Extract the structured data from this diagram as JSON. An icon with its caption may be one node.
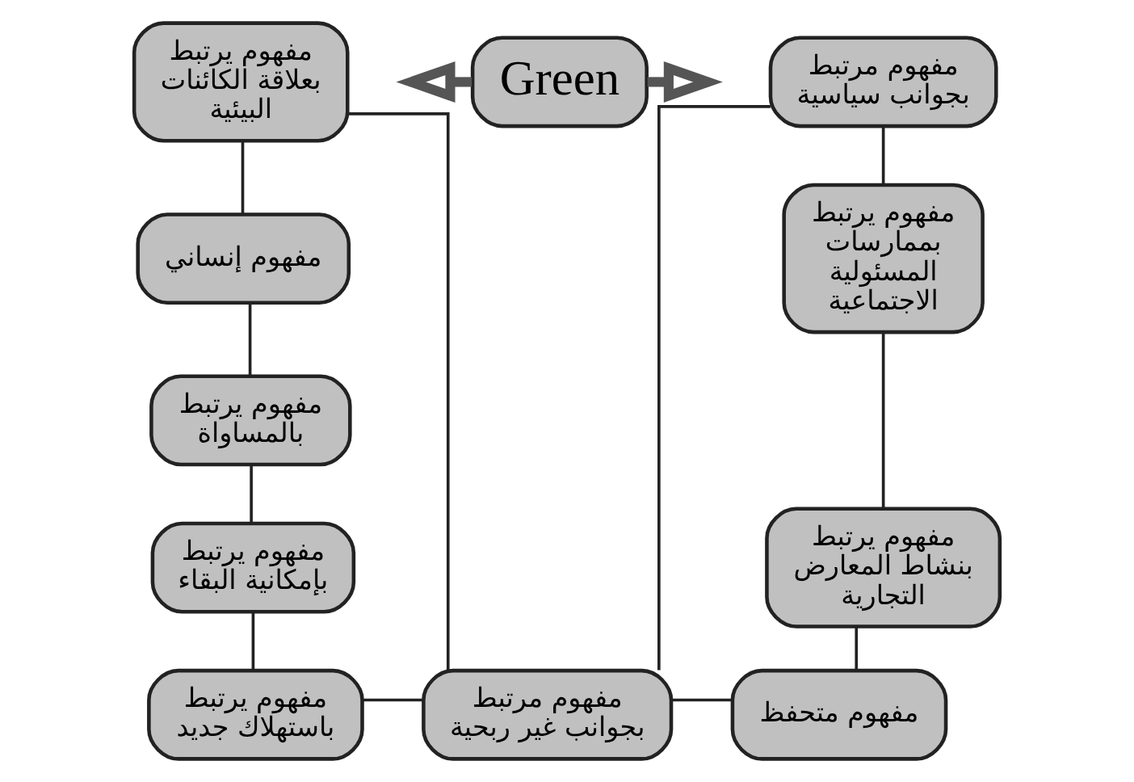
{
  "diagram": {
    "nodes": [
      {
        "text": [
          "Green"
        ]
      },
      {
        "text": [
          "مفهوم يرتبط بعلاقة الكائنات البيئية"
        ]
      },
      {
        "text": [
          "مفهوم إنساني"
        ]
      },
      {
        "text": [
          "مفهوم يرتبط بالمساواة"
        ]
      },
      {
        "text": [
          "مفهوم يرتبط بإمكانية البقاء"
        ]
      },
      {
        "text": [
          "مفهوم يرتبط باستهلاك جديد"
        ]
      },
      {
        "text": [
          "مفهوم مرتبط بجوانب سياسية"
        ]
      },
      {
        "text": [
          "مفهوم يرتبط بممارسات المسئولية الاجتماعية"
        ]
      },
      {
        "text": [
          "مفهوم يرتبط بنشاط المعارض التجارية"
        ]
      },
      {
        "text": [
          "مفهوم متحفظ"
        ]
      },
      {
        "text": [
          "مفهوم مرتبط بجوانب غير ربحية"
        ]
      }
    ],
    "edges": [
      {
        "from": 0,
        "to": null,
        "arrow": "to",
        "style": "thick"
      },
      {
        "from": 0,
        "to": null,
        "arrow": "to",
        "style": "thick"
      },
      {
        "from": 1,
        "to": 2,
        "arrow": "none"
      },
      {
        "from": 2,
        "to": 3,
        "arrow": "none"
      },
      {
        "from": 3,
        "to": 4,
        "arrow": "none"
      },
      {
        "from": 4,
        "to": 5,
        "arrow": "none"
      },
      {
        "from": 6,
        "to": 7,
        "arrow": "none"
      },
      {
        "from": 7,
        "to": 8,
        "arrow": "none"
      },
      {
        "from": 8,
        "to": 9,
        "arrow": "none"
      },
      {
        "from": 1,
        "to": 10,
        "arrow": "none"
      },
      {
        "from": 5,
        "to": 10,
        "arrow": "none"
      },
      {
        "from": 6,
        "to": 10,
        "arrow": "none"
      },
      {
        "from": 9,
        "to": 10,
        "arrow": "none"
      }
    ]
  }
}
